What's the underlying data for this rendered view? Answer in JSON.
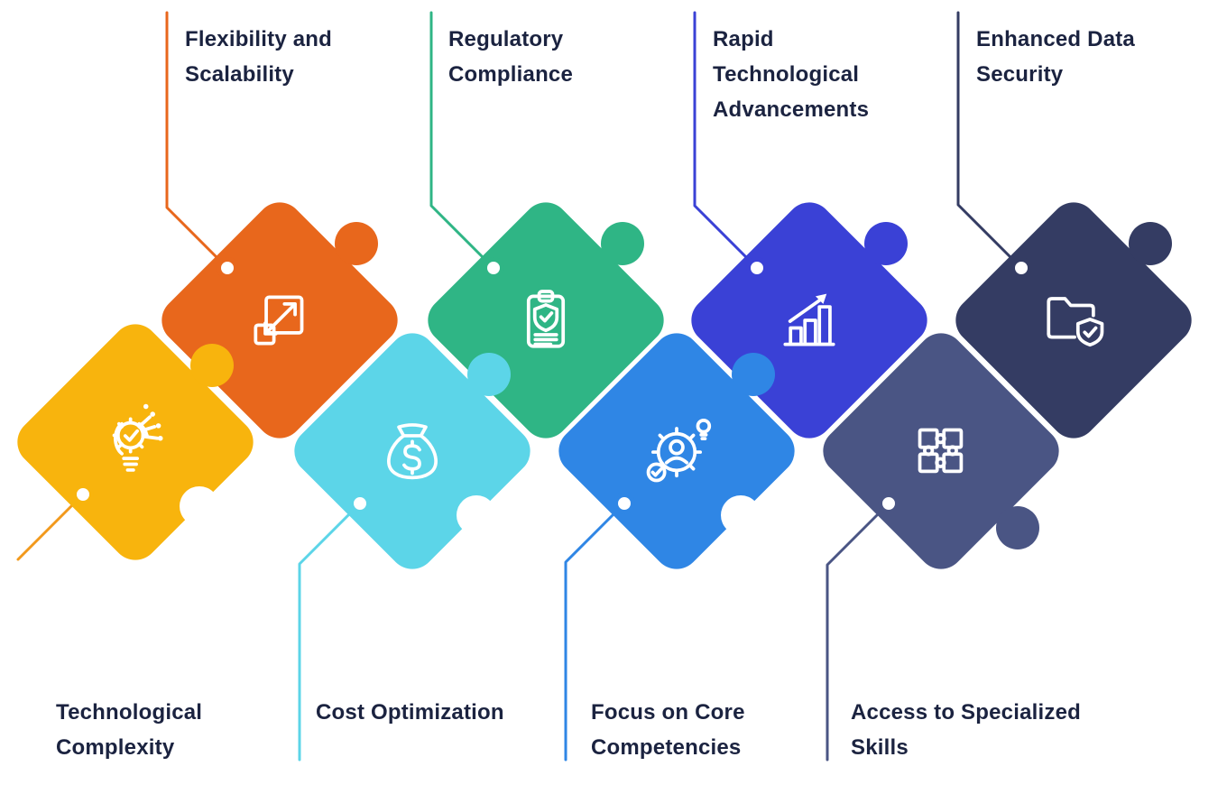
{
  "background": "#FFFFFF",
  "text_color": "#1B2340",
  "pieces": [
    {
      "id": "technological-complexity",
      "label": "Technological\nComplexity",
      "color": "#F8B40D",
      "line_color": "#F2991C",
      "icon": "lightbulb-gear-icon",
      "row": "bottom"
    },
    {
      "id": "flexibility-and-scalability",
      "label": "Flexibility and\nScalability",
      "color": "#E8671C",
      "line_color": "#E8671C",
      "icon": "expand-arrows-icon",
      "row": "top"
    },
    {
      "id": "cost-optimization",
      "label": "Cost Optimization",
      "color": "#5CD5E8",
      "line_color": "#5CD5E8",
      "icon": "money-bag-icon",
      "row": "bottom"
    },
    {
      "id": "regulatory-compliance",
      "label": "Regulatory\nCompliance",
      "color": "#2FB585",
      "line_color": "#2FB585",
      "icon": "clipboard-shield-icon",
      "row": "top"
    },
    {
      "id": "focus-on-core-competencies",
      "label": "Focus on Core\nCompetencies",
      "color": "#2F86E5",
      "line_color": "#2F86E5",
      "icon": "person-gear-icon",
      "row": "bottom"
    },
    {
      "id": "rapid-technological-advancements",
      "label": "Rapid\nTechnological\nAdvancements",
      "color": "#3A41D6",
      "line_color": "#3A41D6",
      "icon": "growth-chart-icon",
      "row": "top"
    },
    {
      "id": "access-to-specialized-skills",
      "label": "Access to Specialized\nSkills",
      "color": "#4A5584",
      "line_color": "#4A5584",
      "icon": "puzzle-pieces-icon",
      "row": "bottom"
    },
    {
      "id": "enhanced-data-security",
      "label": "Enhanced Data\nSecurity",
      "color": "#343C63",
      "line_color": "#343C63",
      "icon": "folder-shield-icon",
      "row": "top"
    }
  ]
}
